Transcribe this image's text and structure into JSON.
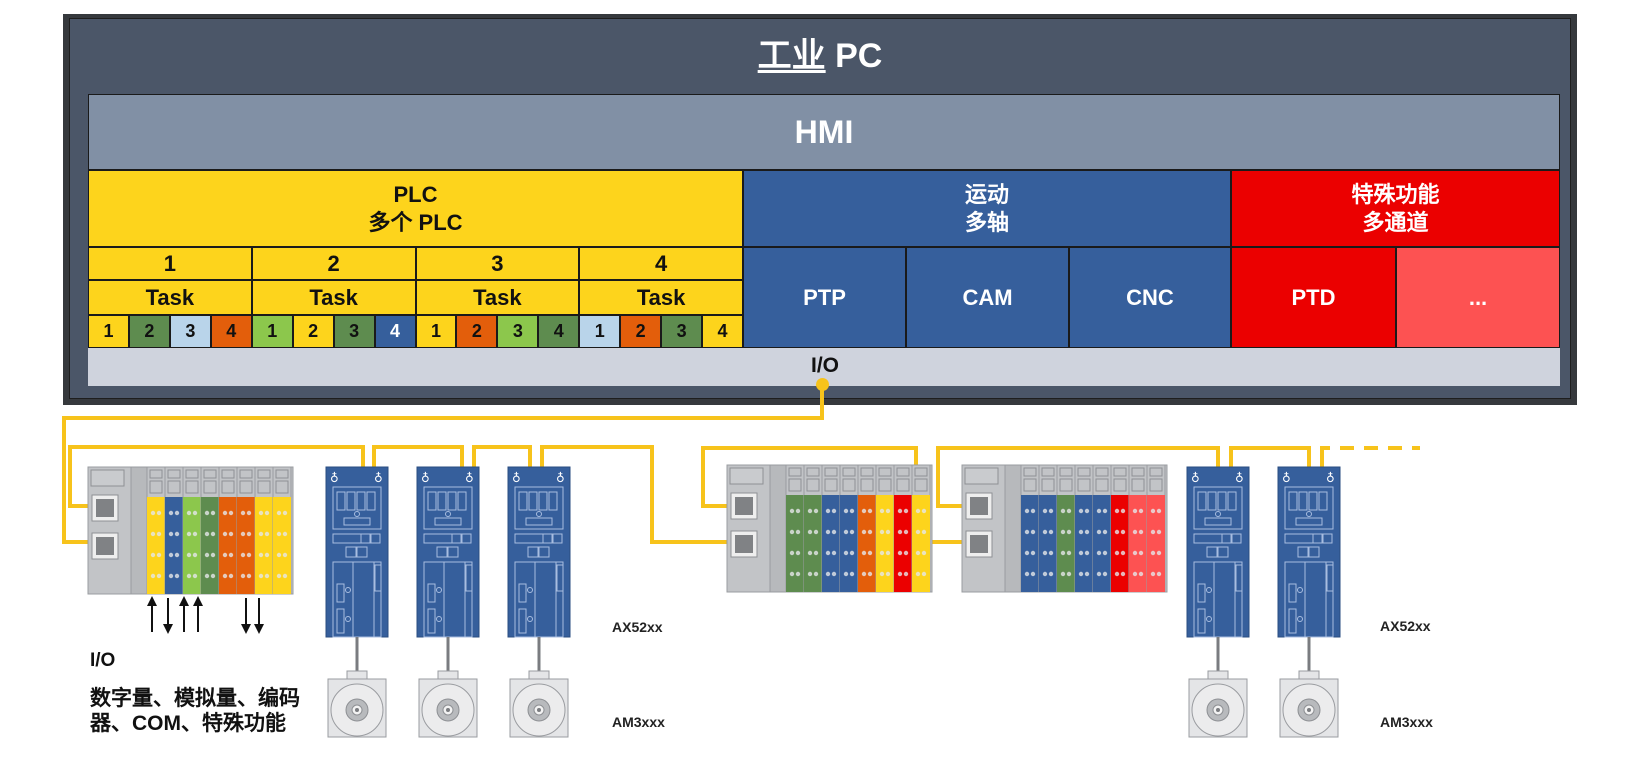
{
  "title": {
    "prefix": "工业",
    "suffix": " PC"
  },
  "hmi": "HMI",
  "plc": {
    "header_line1": "PLC",
    "header_line2": "多个 PLC",
    "runtimes": [
      {
        "number": "1",
        "task_label": "Task",
        "tasks": [
          "1",
          "2",
          "3",
          "4"
        ]
      },
      {
        "number": "2",
        "task_label": "Task",
        "tasks": [
          "1",
          "2",
          "3",
          "4"
        ]
      },
      {
        "number": "3",
        "task_label": "Task",
        "tasks": [
          "1",
          "2",
          "3",
          "4"
        ]
      },
      {
        "number": "4",
        "task_label": "Task",
        "tasks": [
          "1",
          "2",
          "3",
          "4"
        ]
      }
    ],
    "task_colors": [
      [
        "#fdd41c",
        "#5e8c4f",
        "#b9d4ea",
        "#e35e0b"
      ],
      [
        "#8cc74c",
        "#fdd41c",
        "#5e8c4f",
        "#365f9c"
      ],
      [
        "#fdd41c",
        "#e35e0b",
        "#8cc74c",
        "#5e8c4f"
      ],
      [
        "#b9d4ea",
        "#e35e0b",
        "#5e8c4f",
        "#fdd41c"
      ]
    ]
  },
  "motion": {
    "header_line1": "运动",
    "header_line2": "多轴",
    "items": [
      "PTP",
      "CAM",
      "CNC"
    ]
  },
  "special": {
    "header_line1": "特殊功能",
    "header_line2": "多通道",
    "items": [
      "PTD",
      "..."
    ]
  },
  "io_bar": "I/O",
  "io_section": {
    "title": "I/O",
    "desc_line1": "数字量、模拟量、编码",
    "desc_line2": "器、COM、特殊功能"
  },
  "drive_labels": {
    "left_drive": "AX52xx",
    "left_motor": "AM3xxx",
    "right_drive": "AX52xx",
    "right_motor": "AM3xxx"
  },
  "colors": {
    "ipc_bg": "#4b5668",
    "hmi": "#8190a5",
    "plc": "#fdd41c",
    "motion": "#365f9c",
    "special": "#eb0000",
    "special_light": "#fd5252",
    "io_bar": "#cfd3dd",
    "ethercat": "#f7c31b"
  },
  "terminal_stations": [
    {
      "name": "station-1",
      "slices": [
        "#fdd41c",
        "#365f9c",
        "#8cc74c",
        "#5e8c4f",
        "#e35e0b",
        "#e35e0b",
        "#fdd41c",
        "#fdd41c"
      ]
    },
    {
      "name": "station-2",
      "slices": [
        "#5e8c4f",
        "#5e8c4f",
        "#365f9c",
        "#365f9c",
        "#e35e0b",
        "#fdd41c",
        "#eb0000",
        "#fdd41c"
      ]
    },
    {
      "name": "station-3",
      "slices": [
        "#365f9c",
        "#365f9c",
        "#5e8c4f",
        "#365f9c",
        "#365f9c",
        "#eb0000",
        "#fd5252",
        "#fd5252"
      ]
    }
  ],
  "io_arrows": [
    "up",
    "down",
    "up",
    "up",
    "down",
    "down"
  ]
}
